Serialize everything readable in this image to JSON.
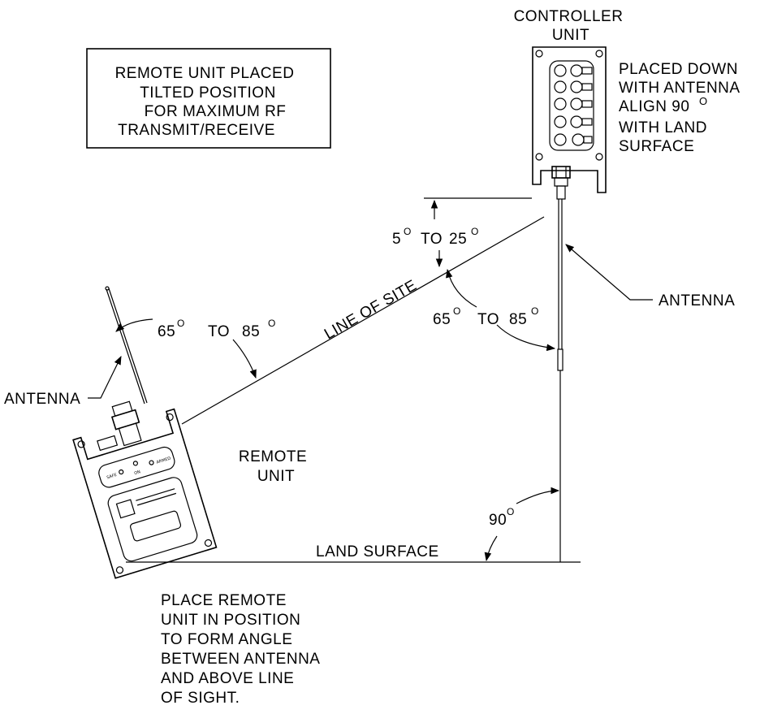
{
  "note_box": {
    "lines": [
      "REMOTE UNIT PLACED",
      "TILTED POSITION",
      "FOR MAXIMUM RF",
      "TRANSMIT/RECEIVE"
    ]
  },
  "controller": {
    "title_lines": [
      "CONTROLLER",
      "UNIT"
    ],
    "placement_lines": [
      "PLACED DOWN",
      "WITH ANTENNA",
      "ALIGN 90",
      "WITH LAND",
      "SURFACE"
    ],
    "antenna_label": "ANTENNA"
  },
  "remote": {
    "label_lines": [
      "REMOTE",
      "UNIT"
    ],
    "antenna_label": "ANTENNA",
    "panel_left": "SAFE",
    "panel_center": "ON",
    "panel_right": "ARMED"
  },
  "angles": {
    "remote_antenna": {
      "from": "65",
      "to_word": "TO",
      "to": "85"
    },
    "elevation": {
      "from": "5",
      "to_word": "TO",
      "to": "25"
    },
    "controller_antenna": {
      "from": "65",
      "to_word": "TO",
      "to": "85"
    },
    "right_angle": "90",
    "degree_symbol": "O"
  },
  "line_of_site_label": "LINE OF SITE",
  "land_surface_label": "LAND SURFACE",
  "instruction_lines": [
    "PLACE REMOTE",
    "UNIT IN POSITION",
    "TO FORM ANGLE",
    "BETWEEN ANTENNA",
    "AND ABOVE LINE",
    "OF SIGHT."
  ]
}
